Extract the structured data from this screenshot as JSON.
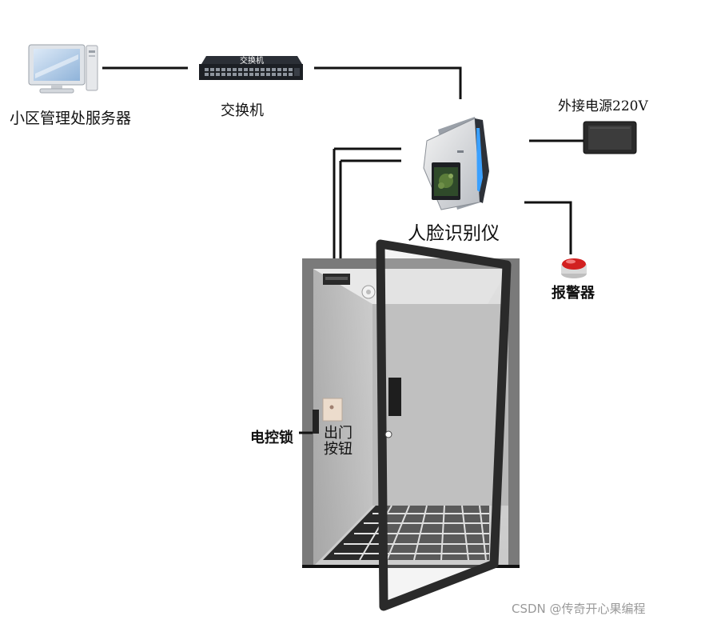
{
  "labels": {
    "server": "小区管理处服务器",
    "switch_caption": "交换机",
    "switch_device_text": "交换机",
    "power": "外接电源220V",
    "face_device": "人脸识别仪",
    "alarm": "报警器",
    "electric_lock": "电控锁",
    "exit_button_line1": "出门",
    "exit_button_line2": "按钮"
  },
  "watermark": "CSDN @传奇开心果编程",
  "colors": {
    "line": "#111111",
    "door_frame": "#2a2a2a",
    "accent_blue": "#3aa0ff",
    "alarm_red": "#d22020"
  }
}
